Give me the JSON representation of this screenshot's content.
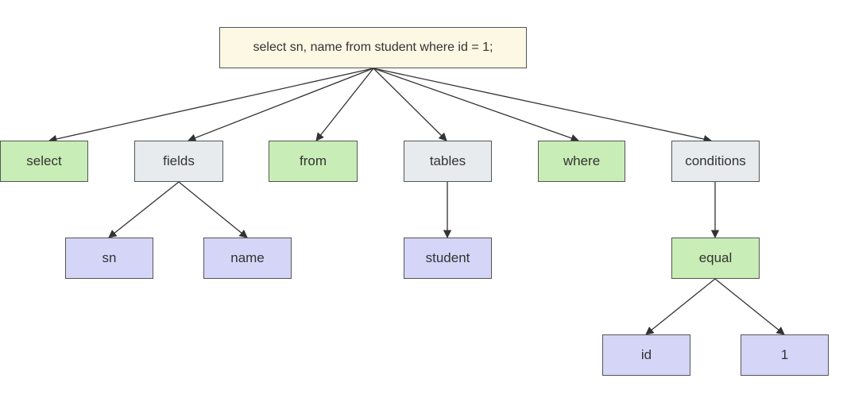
{
  "diagram": {
    "root": {
      "label": "select sn, name from student where id = 1;",
      "role": "root"
    },
    "nodes": [
      {
        "id": "select",
        "label": "select",
        "role": "keyword",
        "parent": "root"
      },
      {
        "id": "fields",
        "label": "fields",
        "role": "group",
        "parent": "root"
      },
      {
        "id": "from",
        "label": "from",
        "role": "keyword",
        "parent": "root"
      },
      {
        "id": "tables",
        "label": "tables",
        "role": "group",
        "parent": "root"
      },
      {
        "id": "where",
        "label": "where",
        "role": "keyword",
        "parent": "root"
      },
      {
        "id": "conditions",
        "label": "conditions",
        "role": "group",
        "parent": "root"
      },
      {
        "id": "sn",
        "label": "sn",
        "role": "leaf",
        "parent": "fields"
      },
      {
        "id": "name",
        "label": "name",
        "role": "leaf",
        "parent": "fields"
      },
      {
        "id": "student",
        "label": "student",
        "role": "leaf",
        "parent": "tables"
      },
      {
        "id": "equal",
        "label": "equal",
        "role": "keyword",
        "parent": "conditions"
      },
      {
        "id": "id",
        "label": "id",
        "role": "leaf",
        "parent": "equal"
      },
      {
        "id": "one",
        "label": "1",
        "role": "leaf",
        "parent": "equal"
      }
    ],
    "colors": {
      "root": "#fcf8e3",
      "keyword": "#c9edb6",
      "group": "#e7ebee",
      "leaf": "#d4d5f7",
      "border": "#555555",
      "edge": "#333333",
      "text": "#333333"
    }
  }
}
